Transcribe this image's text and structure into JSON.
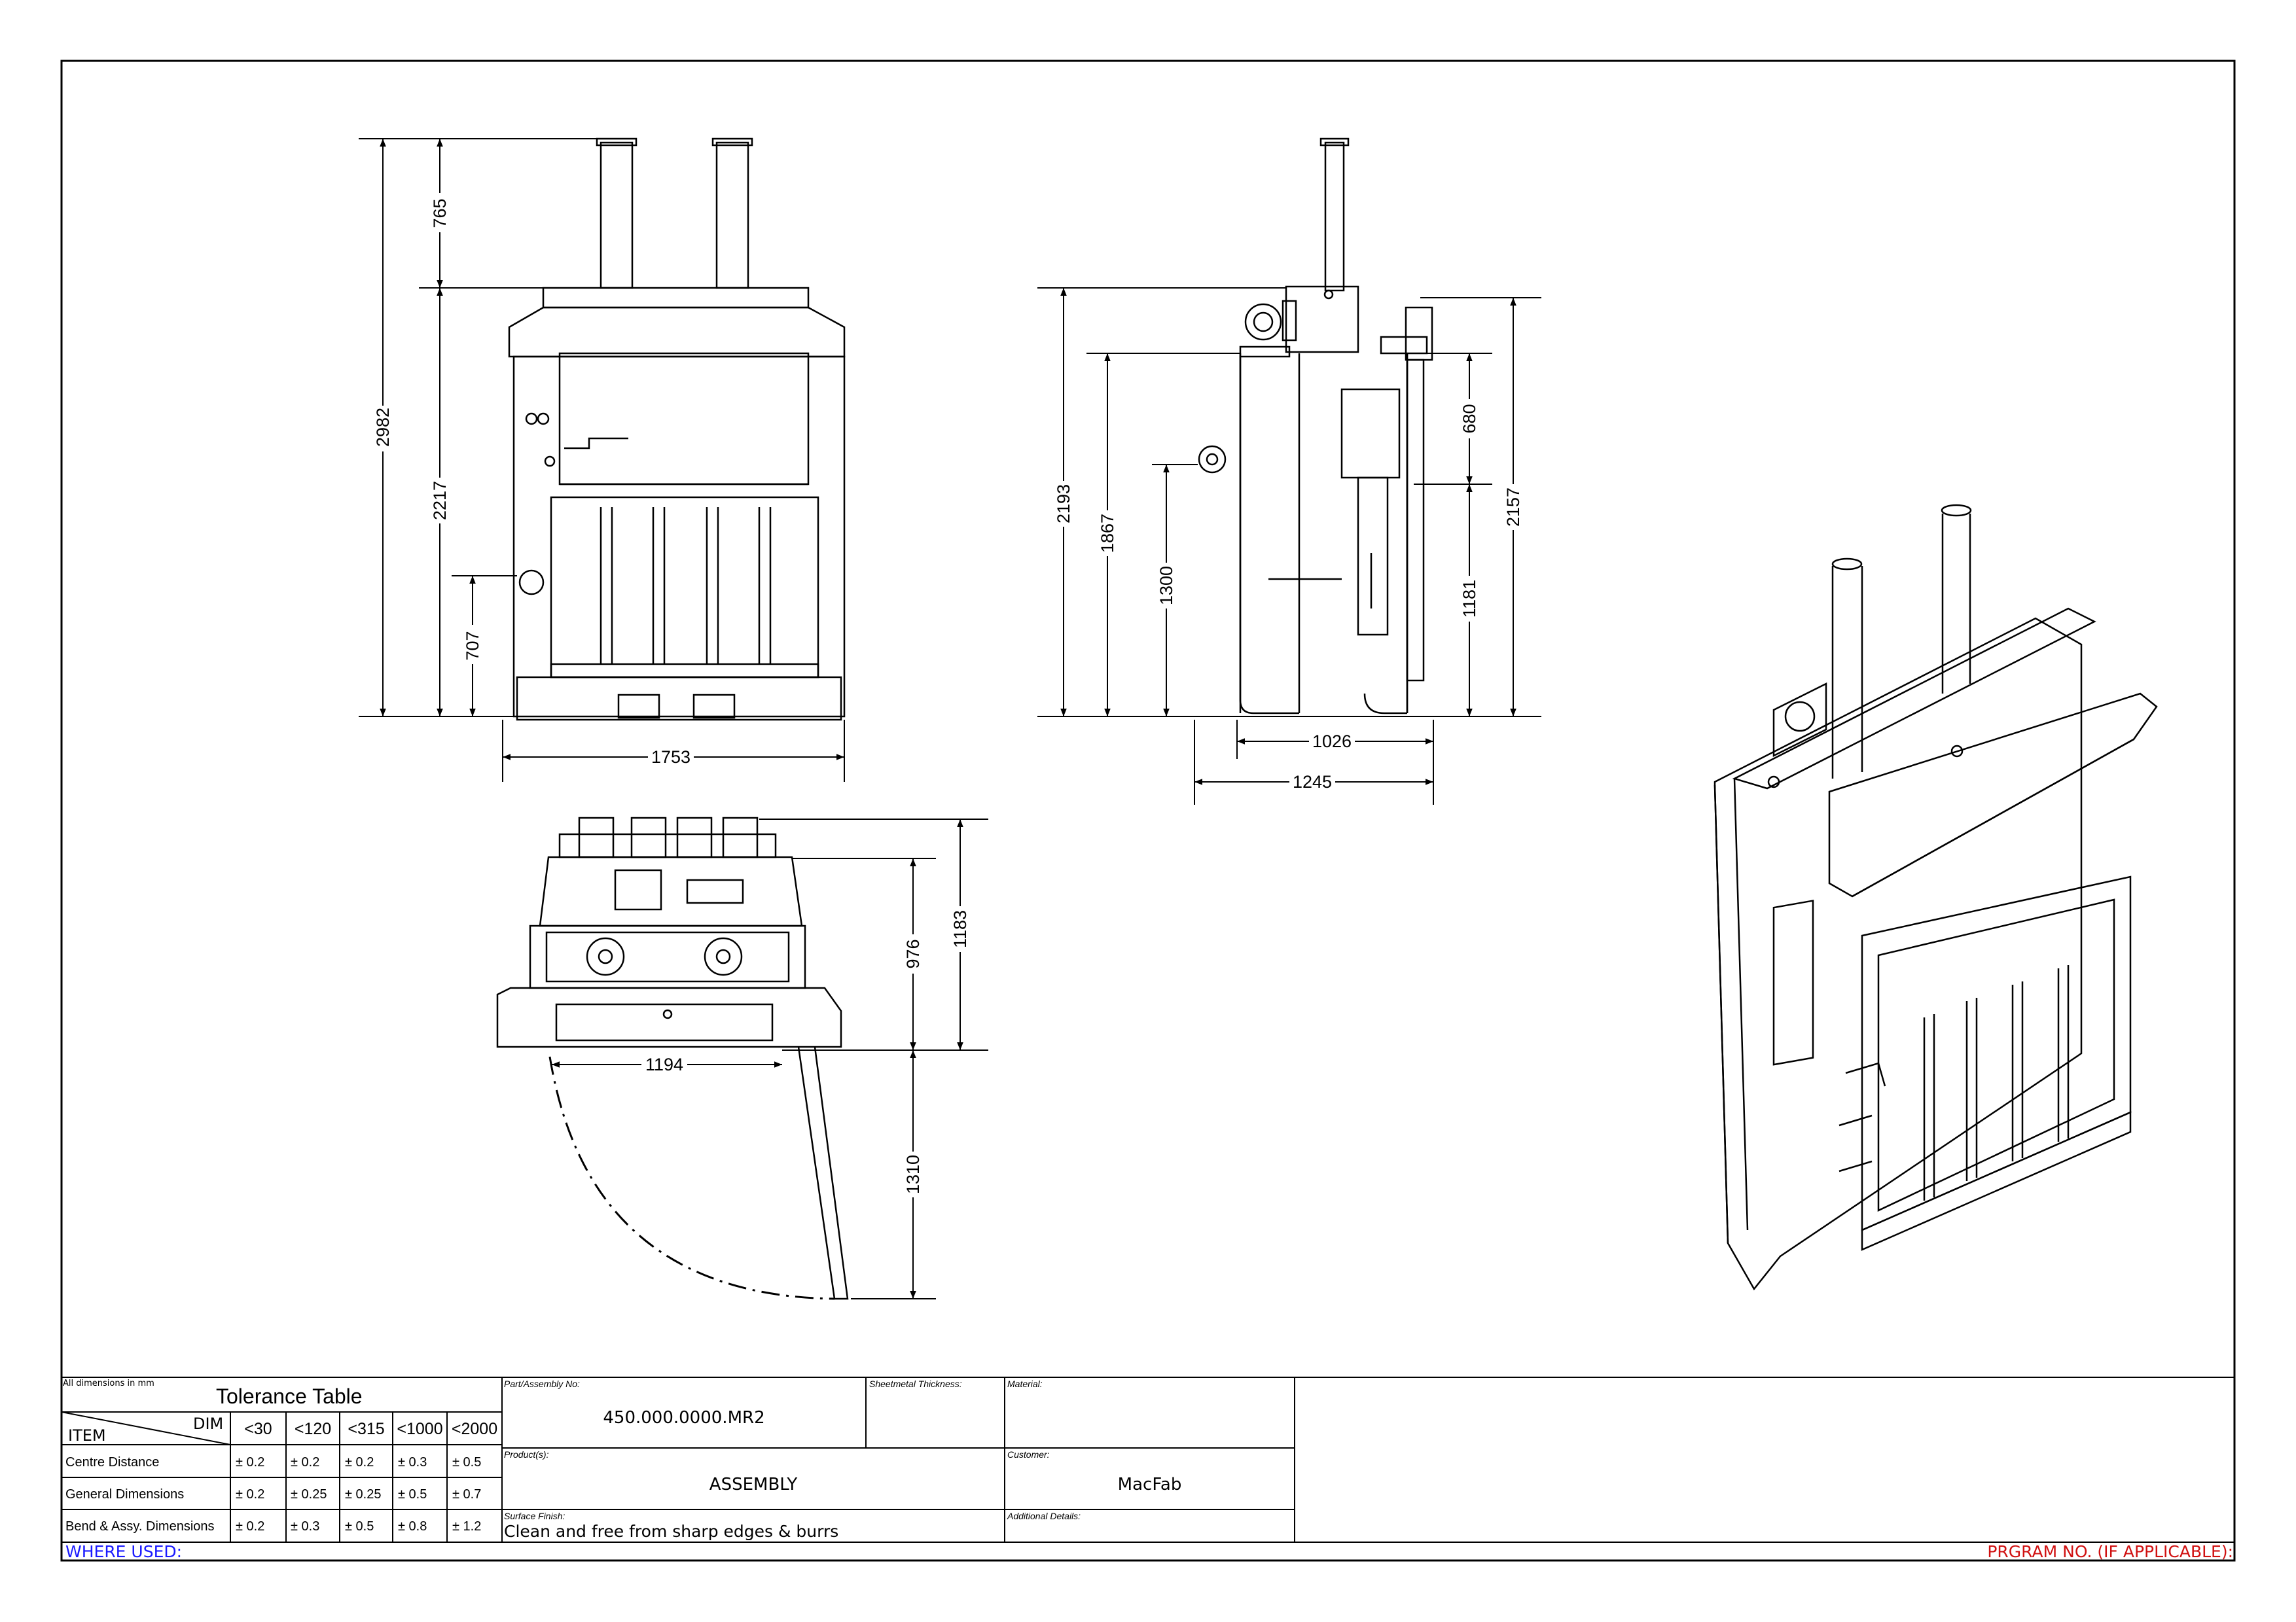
{
  "drawing": {
    "front_view": {
      "dims": [
        "765",
        "2982",
        "2217",
        "707",
        "1753"
      ]
    },
    "side_view": {
      "dims": [
        "2193",
        "1867",
        "1300",
        "680",
        "2157",
        "1181",
        "1026",
        "1245"
      ]
    },
    "top_view": {
      "dims": [
        "976",
        "1183",
        "1194",
        "1310"
      ]
    }
  },
  "title_block": {
    "note": "All dimensions in mm",
    "tolerance_title": "Tolerance Table",
    "dim_label": "DIM",
    "item_label": "ITEM",
    "columns": [
      "<30",
      "<120",
      "<315",
      "<1000",
      "<2000"
    ],
    "rows": [
      {
        "name": "Centre Distance",
        "values": [
          "± 0.2",
          "± 0.2",
          "± 0.2",
          "± 0.3",
          "± 0.5"
        ]
      },
      {
        "name": "General Dimensions",
        "values": [
          "± 0.2",
          "± 0.25",
          "± 0.25",
          "± 0.5",
          "± 0.7"
        ]
      },
      {
        "name": "Bend & Assy. Dimensions",
        "values": [
          "± 0.2",
          "± 0.3",
          "± 0.5",
          "± 0.8",
          "± 1.2"
        ]
      }
    ],
    "part_label": "Part/Assembly No:",
    "part_value": "450.000.0000.MR2",
    "sheetmetal_label": "Sheetmetal Thickness:",
    "sheetmetal_value": "",
    "material_label": "Material:",
    "material_value": "",
    "products_label": "Product(s):",
    "products_value": "ASSEMBLY",
    "customer_label": "Customer:",
    "customer_value": "MacFab",
    "surface_label": "Surface Finish:",
    "surface_value": "Clean and free from sharp edges & burrs",
    "additional_label": "Additional Details:",
    "additional_value": "",
    "where_used": "WHERE USED:",
    "program_no": "PRGRAM NO. (IF APPLICABLE):"
  },
  "colors": {
    "line": "#000000",
    "where_used": "#1a1aff",
    "program_no": "#d01010"
  }
}
